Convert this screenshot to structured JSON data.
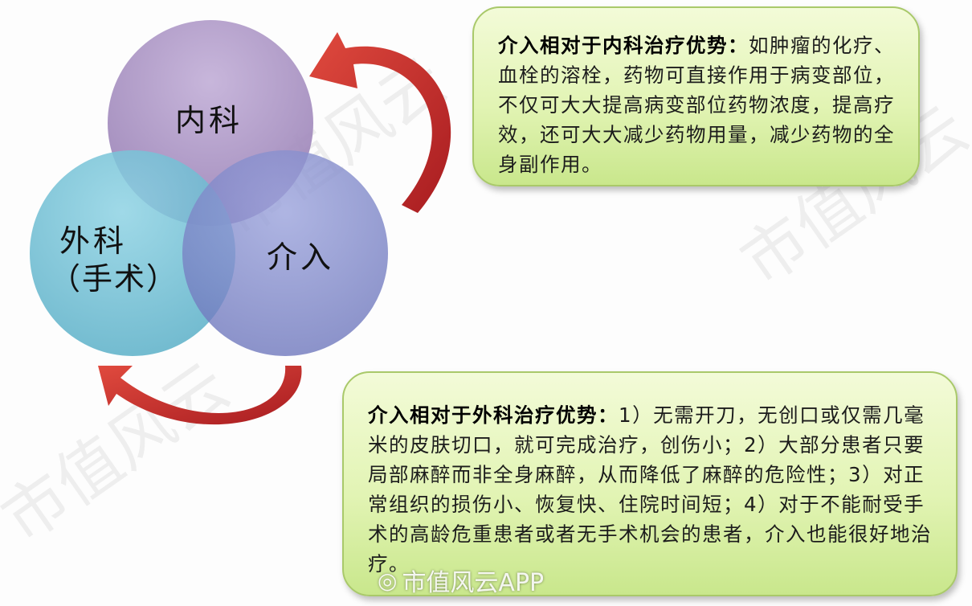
{
  "venn": {
    "circles": [
      {
        "label": "内科",
        "color": "#a78fc0"
      },
      {
        "label": "外科（手术）",
        "line1": "外科",
        "line2": "（手术）",
        "color": "#6fc0d6"
      },
      {
        "label": "介入",
        "color": "#7d86cb"
      }
    ],
    "arrow_color": "#c0282a"
  },
  "callouts": {
    "internal": {
      "title": "介入相对于内科治疗优势：",
      "body": "如肿瘤的化疗、血栓的溶栓，药物可直接作用于病变部位，不仅可大大提高病变部位药物浓度，提高疗效，还可大大减少药物用量，减少药物的全身副作用。"
    },
    "surgery": {
      "title": "介入相对于外科治疗优势：",
      "body": "1）无需开刀，无创口或仅需几毫米的皮肤切口，就可完成治疗，创伤小；2）大部分患者只要局部麻醉而非全身麻醉，从而降低了麻醉的危险性；3）对正常组织的损伤小、恢复快、住院时间短；4）对于不能耐受手术的高龄危重患者或者无手术机会的患者，介入也能很好地治疗。"
    }
  },
  "watermark": {
    "text": "市值风云APP",
    "bg_text": "市值风云"
  }
}
